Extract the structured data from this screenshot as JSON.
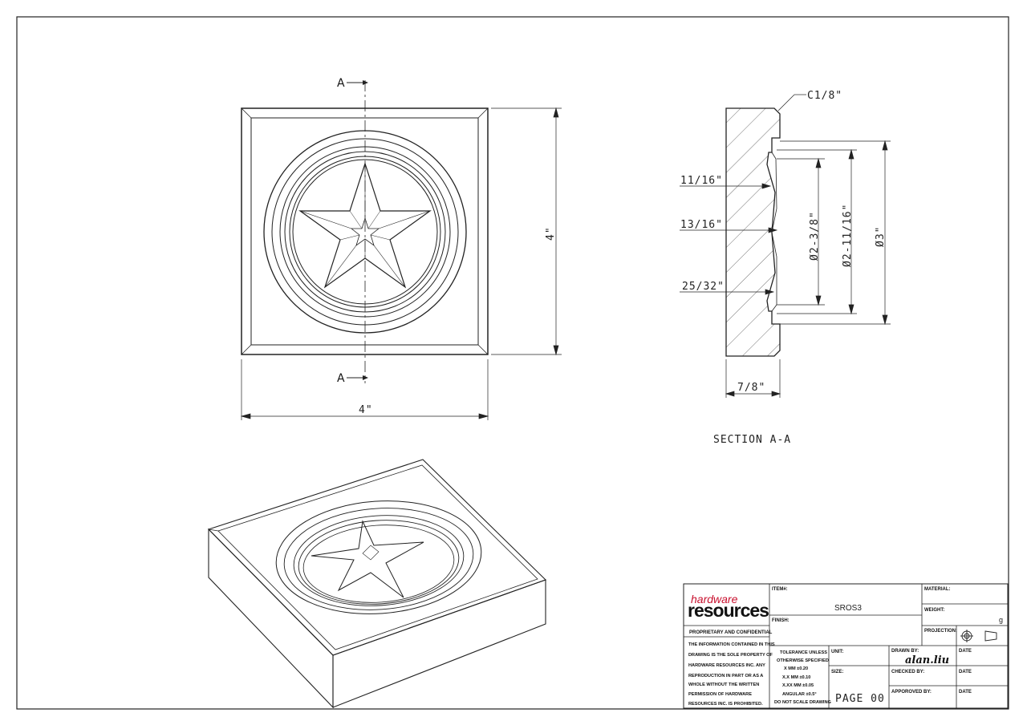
{
  "views": {
    "section_marker_top": "A",
    "section_marker_bottom": "A",
    "front_height_dim": "4\"",
    "front_width_dim": "4\"",
    "chamfer_note": "C1/8\"",
    "depth_dim_1": "11/16\"",
    "depth_dim_2": "13/16\"",
    "depth_dim_3": "25/32\"",
    "thickness_dim": "7/8\"",
    "diameter_inner": "Ø2-3/8\"",
    "diameter_mid": "Ø2-11/16\"",
    "diameter_outer": "Ø3\"",
    "section_caption": "SECTION  A-A"
  },
  "title_block": {
    "logo_top": "hardware",
    "logo_bottom": "resources",
    "proprietary_heading": "PROPRIETARY AND CONFIDENTIAL",
    "proprietary_lines": [
      "THE INFORMATION CONTAINED IN THIS",
      "DRAWING IS THE SOLE PROPERTY OF",
      "HARDWARE RESOURCES INC. ANY",
      "REPRODUCTION IN PART OR AS A",
      "WHOLE WITHOUT THE WRITTEN",
      "PERMISSION OF HARDWARE",
      "RESOURCES INC. IS PROHIBITED."
    ],
    "item_label": "ITEM#:",
    "item_value": "SROS3",
    "finish_label": "FINISH:",
    "material_label": "MATERIAL:",
    "weight_label": "WEIGHT:",
    "weight_value": "g",
    "projection_label": "PROJECTION:",
    "tolerance_lines": [
      "TOLERANCE UNLESS",
      "OTHERWISE SPECIFIED",
      "X    MM    ±0.20",
      "X.X   MM    ±0.10",
      "X.XX  MM   ±0.05",
      "ANGULAR    ±0.5°",
      "DO NOT SCALE DRAWING"
    ],
    "unit_label": "UNIT:",
    "size_label": "SIZE:",
    "page_label": "PAGE 00",
    "drawn_by_label": "DRAWN BY:",
    "drawn_by_value": "alan.liu",
    "checked_by_label": "CHECKED BY:",
    "approved_by_label": "APPOROVED BY:",
    "date_label_1": "DATE",
    "date_label_2": "DATE",
    "date_label_3": "DATE"
  },
  "colors": {
    "line": "#222222",
    "logo_red": "#c8102e",
    "logo_black": "#111111"
  }
}
